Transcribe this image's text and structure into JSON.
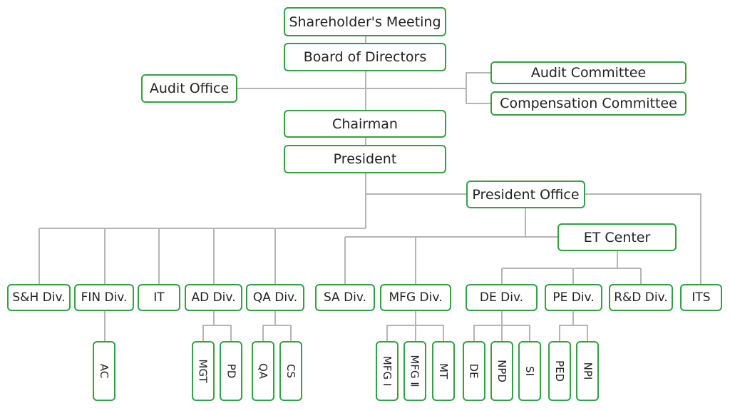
{
  "org_chart": {
    "colors": {
      "border": "#33a047",
      "line": "#b5b5b5",
      "text": "#222222"
    },
    "shareholders_meeting": "Shareholder's Meeting",
    "board_of_directors": "Board of Directors",
    "audit_office": "Audit Office",
    "audit_committee": "Audit Committee",
    "compensation_committee": "Compensation Committee",
    "chairman": "Chairman",
    "president": "President",
    "president_office": "President Office",
    "et_center": "ET Center",
    "divisions": {
      "sh": "S&H Div.",
      "fin": "FIN Div.",
      "it": "IT",
      "ad": "AD Div.",
      "qa": "QA Div.",
      "sa": "SA Div.",
      "mfg": "MFG Div.",
      "de": "DE Div.",
      "pe": "PE Div.",
      "rd": "R&D Div.",
      "its": "ITS"
    },
    "units": {
      "ac": "AC",
      "mgt": "MGT",
      "pd": "PD",
      "qa": "QA",
      "cs": "CS",
      "mfg1": "MFG Ⅰ",
      "mfg2": "MFG Ⅱ",
      "mt": "MT",
      "de": "DE",
      "npd": "NPD",
      "si": "SI",
      "ped": "PED",
      "npi": "NPI"
    }
  }
}
